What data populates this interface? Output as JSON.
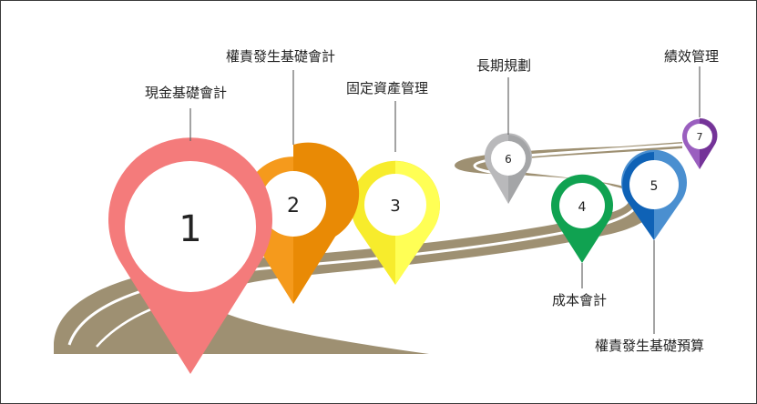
{
  "milestones": [
    {
      "number": "1",
      "label": "現金基礎會計",
      "color": "#f47b7b",
      "shade": "#f47b7b"
    },
    {
      "number": "2",
      "label": "權責發生基礎會計",
      "color": "#f59a1c",
      "shade": "#e98a05"
    },
    {
      "number": "3",
      "label": "固定資產管理",
      "color": "#f7ec2c",
      "shade": "#f2f238"
    },
    {
      "number": "4",
      "label": "成本會計",
      "color": "#10a251",
      "shade": "#0d8f46"
    },
    {
      "number": "5",
      "label": "權責發生基礎預算",
      "color": "#2e79c2",
      "shade": "#0f62b6"
    },
    {
      "number": "6",
      "label": "長期規劃",
      "color": "#b9b9bb",
      "shade": "#a4a5a7"
    },
    {
      "number": "7",
      "label": "績效管理",
      "color": "#9a5fbf",
      "shade": "#6d2b91"
    }
  ],
  "colors": {
    "road": "#9e9072",
    "road_stripe": "#ffffff",
    "frame": "#3a3a3a"
  }
}
